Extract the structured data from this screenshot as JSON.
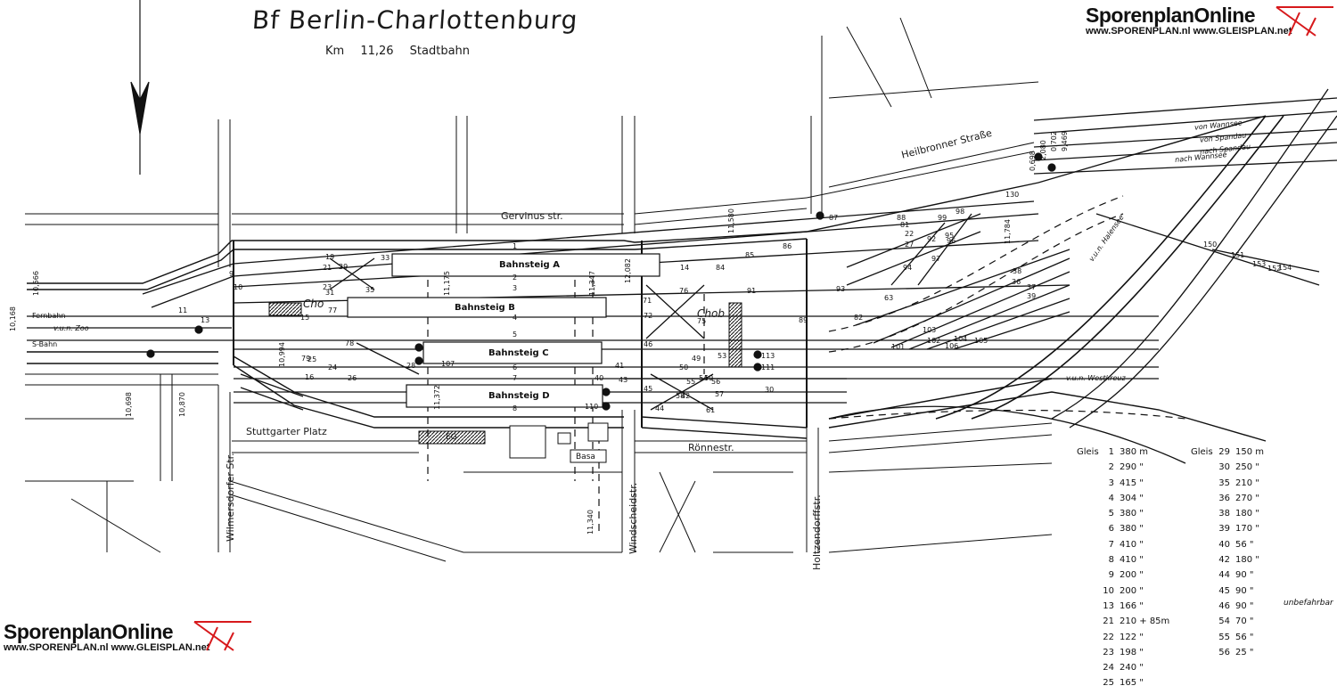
{
  "title": "Bf  Berlin-Charlottenburg",
  "subtitle": "Km  11,26   Stadtbahn",
  "branding": {
    "name": "SporenplanOnline",
    "urls": "www.SPORENPLAN.nl  www.GLEISPLAN.net",
    "accent_color": "#d7191c"
  },
  "streets": {
    "gervinus": "Gervinus str.",
    "heilbronner": "Heilbronner Straße",
    "roennestr": "Rönnestr.",
    "stuttgarter": "Stuttgarter Platz",
    "wilmersdorfer": "Wilmersdorfer Str.",
    "windscheid": "Windscheidstr.",
    "holtzendorff": "Holtzendorffstr."
  },
  "platforms": [
    "Bahnsteig A",
    "Bahnsteig B",
    "Bahnsteig C",
    "Bahnsteig D"
  ],
  "directions": {
    "von_wannsee": "von Wannsee",
    "von_spandau": "von Spandau",
    "nach_spandau": "nach Spandau",
    "nach_wannsee": "nach Wannsee",
    "v_u_n_halensee": "v.u.n. Halensee",
    "v_u_n_westkreuz": "v.u.n. Westkreuz",
    "v_u_n_zoo": "v.u.n. Zoo",
    "fernbahn": "Fernbahn",
    "s_bahn": "S-Bahn"
  },
  "signal_boxes": [
    "Cho",
    "Chob"
  ],
  "buildings": [
    "EG",
    "Basa"
  ],
  "km_marks": [
    "10,168",
    "10,566",
    "10,698",
    "10,870",
    "10,994",
    "11,175",
    "11,347",
    "11,372",
    "11,340",
    "12,082",
    "11,580",
    "11,784",
    "0,698",
    "2,080",
    "0,702",
    "9,469"
  ],
  "track_labels": [
    "1",
    "2",
    "3",
    "4",
    "5",
    "6",
    "7",
    "8",
    "9",
    "10",
    "11",
    "13",
    "14",
    "15",
    "16",
    "19",
    "21",
    "22",
    "23",
    "24",
    "25",
    "26",
    "27",
    "28",
    "29",
    "30",
    "31",
    "33",
    "35",
    "36",
    "37",
    "38",
    "39",
    "40",
    "41",
    "42",
    "43",
    "44",
    "45",
    "46",
    "49",
    "50",
    "53",
    "54",
    "55",
    "56",
    "57",
    "58",
    "59",
    "61",
    "63",
    "71",
    "72",
    "75",
    "76",
    "77",
    "78",
    "79",
    "81",
    "82",
    "84",
    "85",
    "86",
    "87",
    "88",
    "89",
    "91",
    "92",
    "93",
    "94",
    "95",
    "96",
    "97",
    "98",
    "99",
    "101",
    "102",
    "103",
    "104",
    "105",
    "106",
    "107",
    "110",
    "111",
    "113",
    "130",
    "150",
    "151",
    "152",
    "153",
    "154"
  ],
  "legend": {
    "header": "Gleis",
    "left": [
      {
        "g": "1",
        "v": "380 m"
      },
      {
        "g": "2",
        "v": "290 \""
      },
      {
        "g": "3",
        "v": "415 \""
      },
      {
        "g": "4",
        "v": "304 \""
      },
      {
        "g": "5",
        "v": "380 \""
      },
      {
        "g": "6",
        "v": "380 \""
      },
      {
        "g": "7",
        "v": "410 \""
      },
      {
        "g": "8",
        "v": "410 \""
      },
      {
        "g": "9",
        "v": "200 \""
      },
      {
        "g": "10",
        "v": "200 \""
      },
      {
        "g": "13",
        "v": "166 \""
      },
      {
        "g": "21",
        "v": "210 + 85m"
      },
      {
        "g": "22",
        "v": "122 \""
      },
      {
        "g": "23",
        "v": "198 \""
      },
      {
        "g": "24",
        "v": "240 \""
      },
      {
        "g": "25",
        "v": "165 \""
      }
    ],
    "right": [
      {
        "g": "29",
        "v": "150 m"
      },
      {
        "g": "30",
        "v": "250 \""
      },
      {
        "g": "35",
        "v": "210 \""
      },
      {
        "g": "36",
        "v": "270 \""
      },
      {
        "g": "38",
        "v": "180 \""
      },
      {
        "g": "39",
        "v": "170 \""
      },
      {
        "g": "40",
        "v": "56 \""
      },
      {
        "g": "42",
        "v": "180 \""
      },
      {
        "g": "44",
        "v": "90 \""
      },
      {
        "g": "45",
        "v": "90 \""
      },
      {
        "g": "46",
        "v": "90 \""
      },
      {
        "g": "54",
        "v": "70 \""
      },
      {
        "g": "55",
        "v": "56 \""
      },
      {
        "g": "56",
        "v": "25 \""
      }
    ],
    "note": "unbefahrbar"
  }
}
